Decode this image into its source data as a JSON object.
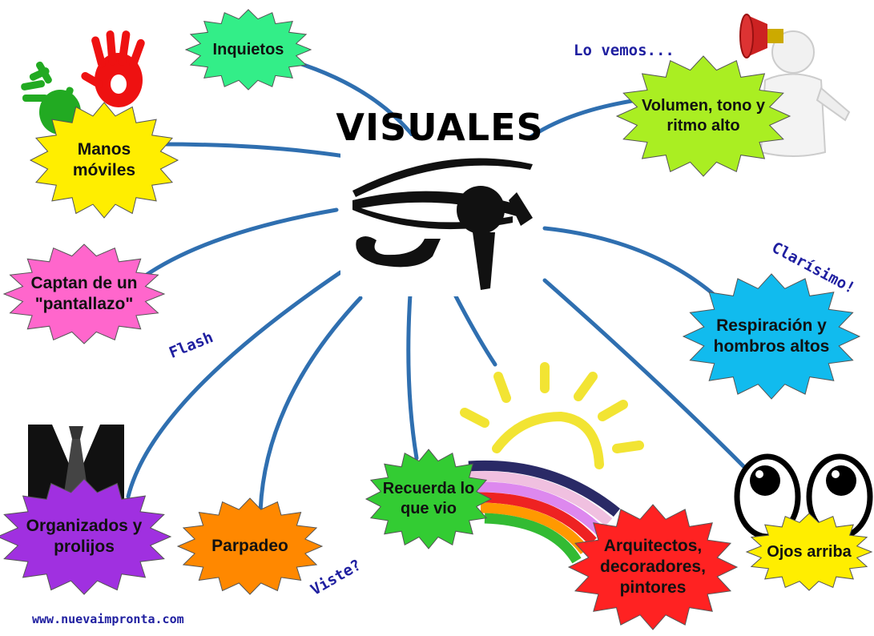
{
  "title": "VISUALES",
  "nodes": [
    {
      "id": "inquietos",
      "text": "Inquietos",
      "color": "#33ee88"
    },
    {
      "id": "manos",
      "text": "Manos\nmóviles",
      "color": "#ffee00"
    },
    {
      "id": "captan",
      "text": "Captan de un\n\"pantallazo\"",
      "color": "#ff66cc"
    },
    {
      "id": "organizados",
      "text": "Organizados y\nprolijos",
      "color": "#a030e0"
    },
    {
      "id": "parpadeo",
      "text": "Parpadeo",
      "color": "#ff8800"
    },
    {
      "id": "recuerda",
      "text": "Recuerda lo\nque vio",
      "color": "#33cc33"
    },
    {
      "id": "arquitectos",
      "text": "Arquitectos,\ndecoradores,\npintores",
      "color": "#ff2222"
    },
    {
      "id": "ojos",
      "text": "Ojos arriba",
      "color": "#ffee00"
    },
    {
      "id": "respiracion",
      "text": "Respiración y\nhombros altos",
      "color": "#11bbee"
    },
    {
      "id": "volumen",
      "text": "Volumen, tono y\nritmo alto",
      "color": "#aaee22"
    }
  ],
  "annotations": {
    "lo_vemos": "Lo vemos...",
    "clarisimo": "Clarísimo!",
    "flash": "Flash",
    "viste": "Viste?"
  },
  "footer": "www.nuevaimpronta.com",
  "colors": {
    "connector": "#2f6fb0",
    "annotation": "#1f1fa0"
  },
  "icons": [
    "eye-of-horus-icon",
    "handprints-icon",
    "megaphone-figure-icon",
    "suit-tie-icon",
    "sun-rainbow-icon",
    "cartoon-eyes-icon"
  ]
}
